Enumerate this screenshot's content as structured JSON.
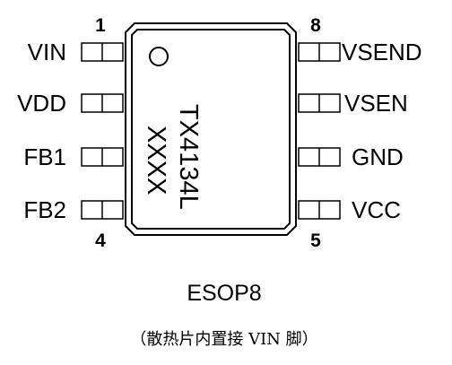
{
  "left_pins": [
    {
      "number": "1",
      "label": "VIN"
    },
    {
      "number": "",
      "label": "VDD"
    },
    {
      "number": "",
      "label": "FB1"
    },
    {
      "number": "4",
      "label": "FB2"
    }
  ],
  "right_pins": [
    {
      "number": "8",
      "label": "VSEND"
    },
    {
      "number": "",
      "label": "VSEN"
    },
    {
      "number": "",
      "label": "GND"
    },
    {
      "number": "5",
      "label": "VCC"
    }
  ],
  "chip": {
    "part_number": "TX4134L",
    "date_code": "XXXX"
  },
  "package": "ESOP8",
  "note": "（散热片内置接 VIN 脚）"
}
